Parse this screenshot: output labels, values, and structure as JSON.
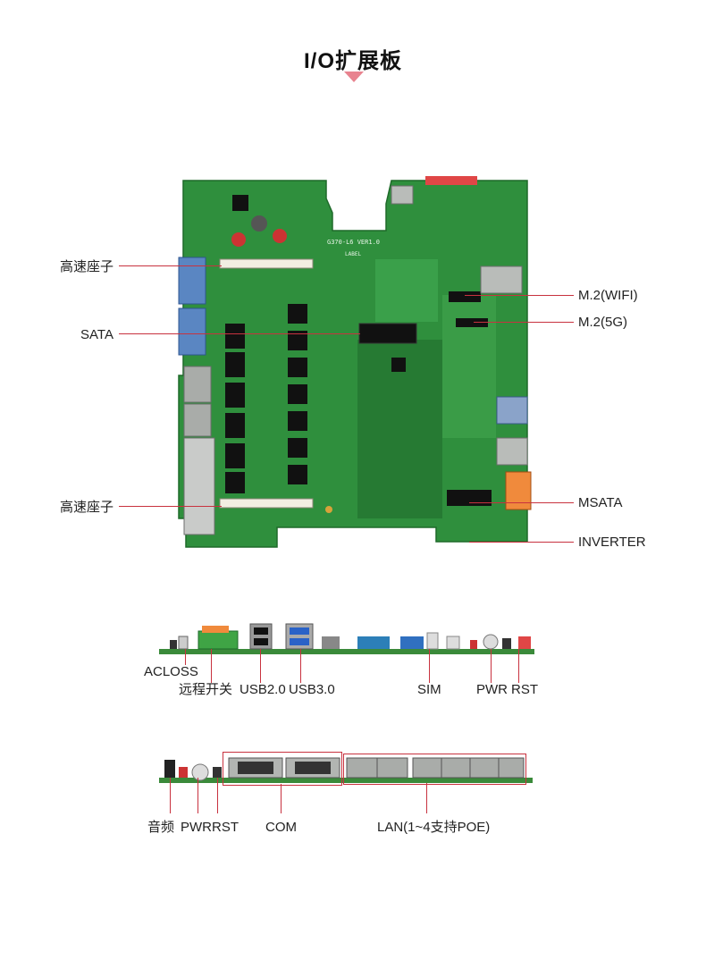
{
  "title": "I/O扩展板",
  "colors": {
    "accent": "#c8323f",
    "arrow": "#e8838f",
    "pcb": "#2f8f3d"
  },
  "board_labels": {
    "silk_model": "G370-L6 VER1.0",
    "silk_label": "LABEL"
  },
  "top_view": {
    "left": [
      "高速座子",
      "SATA",
      "高速座子"
    ],
    "right": [
      "M.2(WIFI)",
      "M.2(5G)",
      "MSATA",
      "INVERTER"
    ]
  },
  "side_view_1": {
    "labels": [
      "ACLOSS",
      "远程开关",
      "USB2.0",
      "USB3.0",
      "SIM",
      "PWR",
      "RST"
    ]
  },
  "side_view_2": {
    "labels": [
      "音频",
      "PWR",
      "RST",
      "COM",
      "LAN(1~4支持POE)"
    ]
  }
}
